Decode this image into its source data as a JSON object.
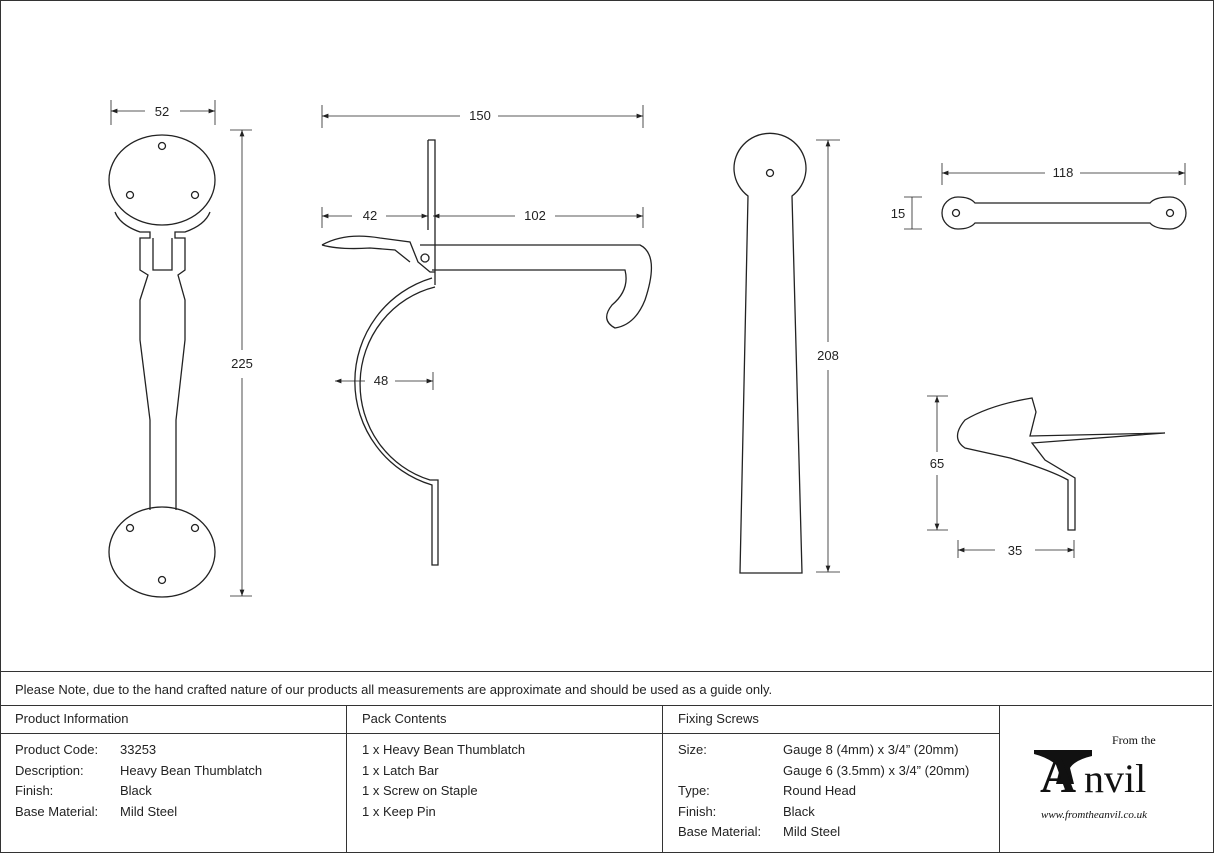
{
  "dimensions": {
    "handle_width": "52",
    "handle_height": "225",
    "latch_total": "150",
    "latch_front": "42",
    "latch_bar": "102",
    "latch_arc": "48",
    "keeper_height": "208",
    "bar_length": "118",
    "bar_height": "15",
    "staple_height": "65",
    "staple_depth": "35"
  },
  "note": "Please Note, due to the hand crafted nature of our products all measurements are approximate and should be used as a guide only.",
  "product_info": {
    "heading": "Product Information",
    "rows": [
      {
        "label": "Product Code:",
        "value": "33253"
      },
      {
        "label": "Description:",
        "value": "Heavy Bean Thumblatch"
      },
      {
        "label": "Finish:",
        "value": "Black"
      },
      {
        "label": "Base Material:",
        "value": "Mild Steel"
      }
    ]
  },
  "pack_contents": {
    "heading": "Pack Contents",
    "items": [
      "1 x Heavy Bean Thumblatch",
      "1 x Latch Bar",
      "1 x Screw on Staple",
      "1 x Keep Pin"
    ]
  },
  "fixing_screws": {
    "heading": "Fixing Screws",
    "rows": [
      {
        "label": "Size:",
        "value": "Gauge 8 (4mm) x 3/4” (20mm)"
      },
      {
        "label": "",
        "value": "Gauge 6 (3.5mm) x 3/4” (20mm)"
      },
      {
        "label": "Type:",
        "value": "Round Head"
      },
      {
        "label": "Finish:",
        "value": "Black"
      },
      {
        "label": "Base Material:",
        "value": "Mild Steel"
      }
    ]
  },
  "logo": {
    "from_the": "From the",
    "brand": "Anvil",
    "url": "www.fromtheanvil.co.uk"
  }
}
